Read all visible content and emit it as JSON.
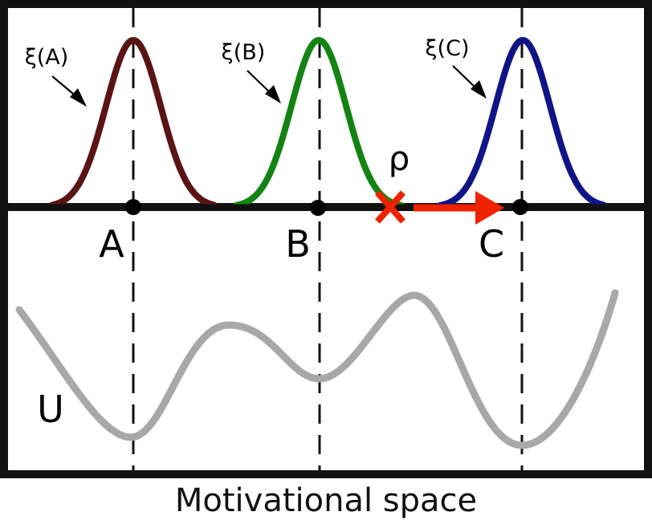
{
  "diagram": {
    "caption": "Motivational space",
    "points": [
      {
        "id": "A",
        "label": "A",
        "curve_label": "ξ(A)",
        "color": "#5a1414"
      },
      {
        "id": "B",
        "label": "B",
        "curve_label": "ξ(B)",
        "color": "#138413"
      },
      {
        "id": "C",
        "label": "C",
        "curve_label": "ξ(C)",
        "color": "#0f1487"
      }
    ],
    "current_state": {
      "label": "ρ",
      "marker": "x-mark",
      "color": "#ef2200"
    },
    "potential": {
      "label": "U",
      "color": "#a8a8a8"
    },
    "arrow": {
      "from": "ρ",
      "to": "C",
      "color": "#ef2200"
    }
  }
}
